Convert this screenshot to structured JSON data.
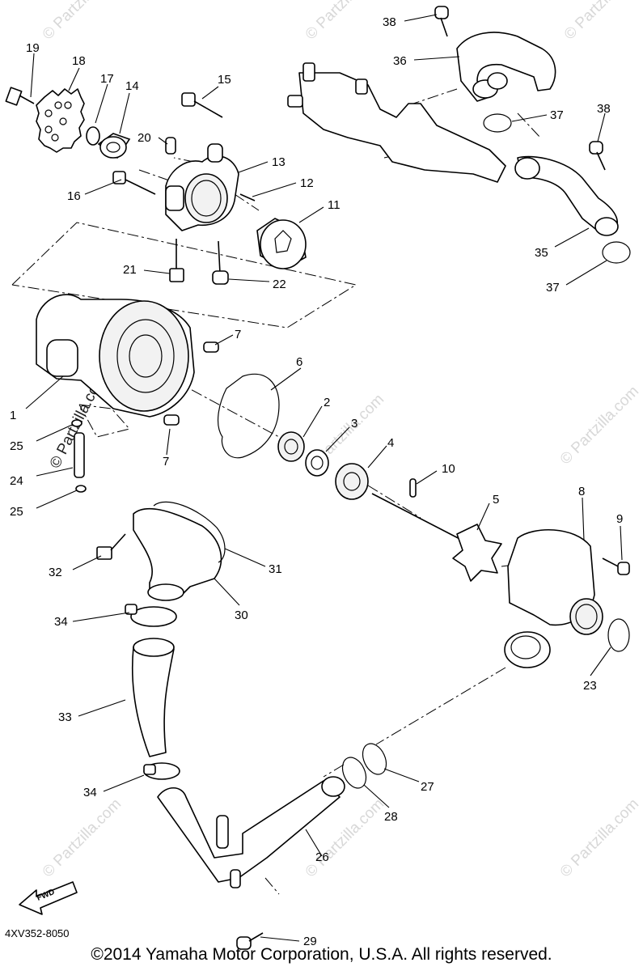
{
  "diagram": {
    "drawing_code": "4XV352-8050",
    "copyright": "©2014  Yamaha Motor Corporation, U.S.A. All rights reserved.",
    "fwd_label": "FWD",
    "watermark": "© Partzilla.com",
    "callouts": [
      {
        "label": "1"
      },
      {
        "label": "2"
      },
      {
        "label": "3"
      },
      {
        "label": "4"
      },
      {
        "label": "5"
      },
      {
        "label": "6"
      },
      {
        "label": "7"
      },
      {
        "label": "7"
      },
      {
        "label": "8"
      },
      {
        "label": "9"
      },
      {
        "label": "10"
      },
      {
        "label": "11"
      },
      {
        "label": "12"
      },
      {
        "label": "13"
      },
      {
        "label": "14"
      },
      {
        "label": "15"
      },
      {
        "label": "16"
      },
      {
        "label": "17"
      },
      {
        "label": "18"
      },
      {
        "label": "19"
      },
      {
        "label": "20"
      },
      {
        "label": "21"
      },
      {
        "label": "22"
      },
      {
        "label": "23"
      },
      {
        "label": "24"
      },
      {
        "label": "25"
      },
      {
        "label": "25"
      },
      {
        "label": "26"
      },
      {
        "label": "27"
      },
      {
        "label": "28"
      },
      {
        "label": "29"
      },
      {
        "label": "30"
      },
      {
        "label": "31"
      },
      {
        "label": "32"
      },
      {
        "label": "33"
      },
      {
        "label": "34"
      },
      {
        "label": "34"
      },
      {
        "label": "35"
      },
      {
        "label": "36"
      },
      {
        "label": "37"
      },
      {
        "label": "37"
      },
      {
        "label": "38"
      },
      {
        "label": "38"
      }
    ]
  }
}
